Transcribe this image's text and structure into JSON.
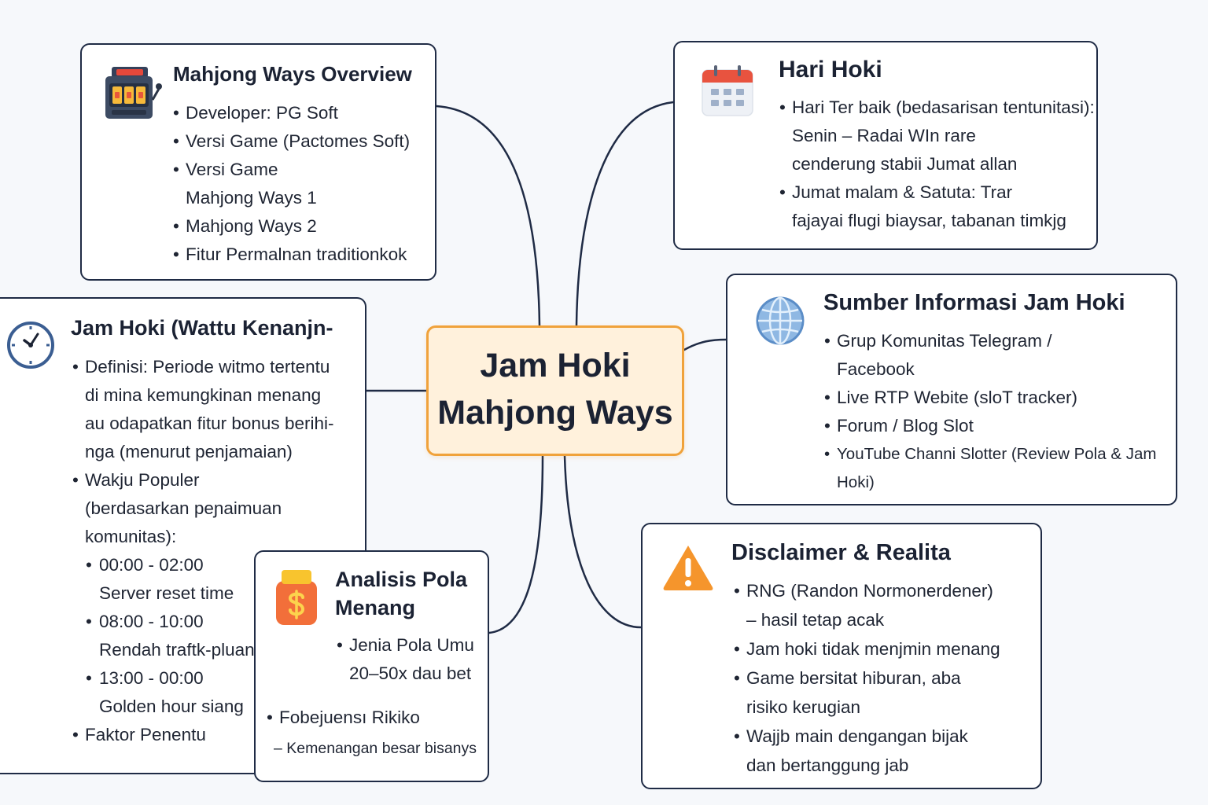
{
  "center": {
    "line1": "Jam Hoki",
    "line2": "Mahjong Ways"
  },
  "overview": {
    "icon": "slot-machine-icon",
    "title": "Mahjong Ways Overview",
    "items": [
      "Developer: PG Soft",
      "Versi Game (Pactomes Soft)",
      "Versi Game",
      "Mahjong Ways 1",
      "Mahjong Ways 2",
      "Fitur Permalnan traditionkok"
    ]
  },
  "hari_hoki": {
    "icon": "calendar-icon",
    "title": "Hari Hoki",
    "items": [
      "Hari Ter baik (bedasarisan tentunitasi):",
      "Senin – Radai WIn rare",
      "cenderung stabii  Jumat allan",
      "Jumat malam & Satuta: Trar",
      "fajayai flugi biaysar, tabanan timkjg"
    ]
  },
  "jam_hoki": {
    "icon": "clock-icon",
    "title": "Jam Hoki (Wattu Kenanjn-",
    "items": [
      "Definisi: Periode witmo tertentu",
      "di mina kemungkinan menang",
      "au odapatkan fitur bonus berihi-",
      "nga (menurut penjamaian)",
      "Wakju Populer",
      "(berdasarkan peɲaimuan",
      "komunitas):",
      "00:00 - 02:00",
      "Server reset time",
      "08:00 - 10:00",
      "Rendah traftk-pluan",
      "13:00 - 00:00",
      "Golden hour siang",
      "Faktor Penentu"
    ]
  },
  "analisis": {
    "icon": "money-bag-icon",
    "title_line1": "Analisis Pola",
    "title_line2": "Menang",
    "items": [
      "Jenia Pola Umu",
      "20–50x dau bet",
      "Fobejuensı Rikiko",
      "– Kemenangan besar bisanys"
    ]
  },
  "sumber": {
    "icon": "globe-icon",
    "title": "Sumber Informasi Jam Hoki",
    "items": [
      "Grup Komunitas  Telegram /",
      "Facebook",
      "Live RTP Webite (sloT tracker)",
      "Forum / Blog Slot",
      "YouTube Channi Slotter (Review Pola & Jam",
      "Hoki)"
    ]
  },
  "disclaimer": {
    "icon": "warning-icon",
    "title": "Disclaimer & Realita",
    "items": [
      "RNG (Randon Normonerdener)",
      "– hasil tetap acak",
      "Jam hoki tidak menjmin menang",
      "Game bersitat hiburan, aba",
      "risiko kerugian",
      "Wajjb main dengangan bijak",
      "dan bertanggung jab"
    ]
  },
  "colors": {
    "background": "#f6f8fb",
    "connector": "#1f2b45",
    "node_border": "#1f2b45",
    "center_fill": "#fff1dc",
    "center_border": "#f0a23b"
  }
}
